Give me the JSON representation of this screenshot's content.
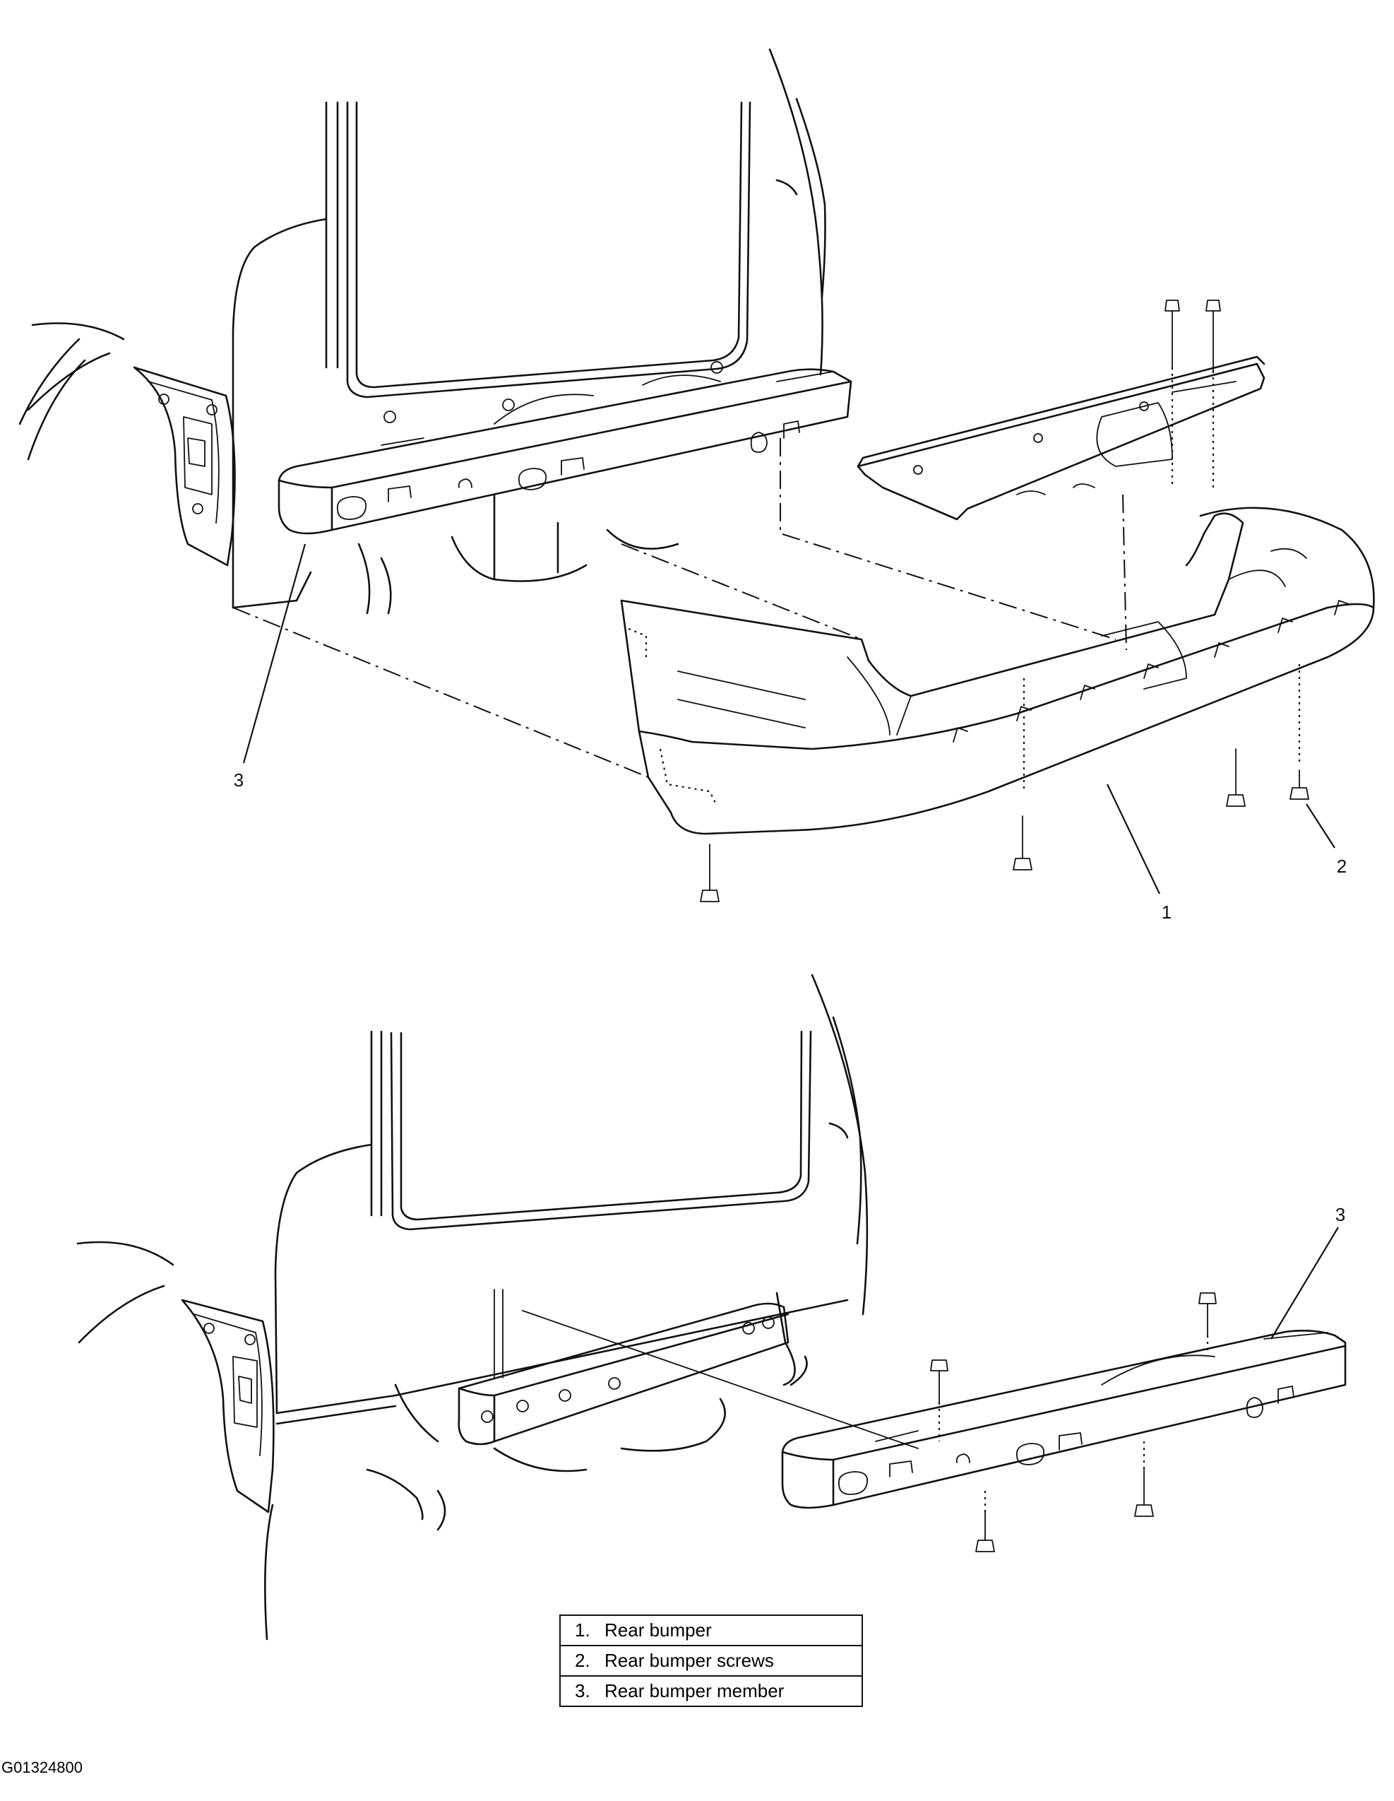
{
  "callouts": {
    "top_bumper": "1",
    "top_screws": "2",
    "top_member": "3",
    "bottom_member": "3"
  },
  "legend": [
    {
      "number": "1.",
      "label": "Rear bumper"
    },
    {
      "number": "2.",
      "label": "Rear bumper screws"
    },
    {
      "number": "3.",
      "label": "Rear bumper member"
    }
  ],
  "figure_id": "G01324800"
}
